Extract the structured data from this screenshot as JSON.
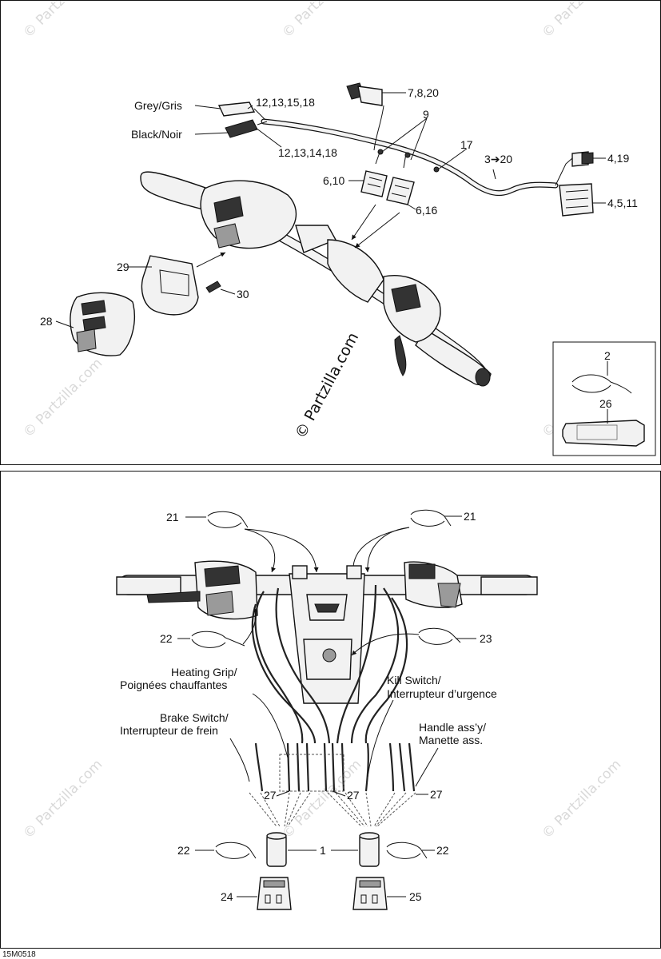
{
  "top_panel": {
    "labels": {
      "grey": "Grey/Gris",
      "grey_refs": "12,13,15,18",
      "black": "Black/Noir",
      "black_refs": "12,13,14,18",
      "c7820": "7,8,20",
      "c9": "9",
      "c17": "17",
      "c3to20": "3➔20",
      "c419": "4,19",
      "c4511": "4,5,11",
      "c610": "6,10",
      "c616": "6,16",
      "c29": "29",
      "c30": "30",
      "c28": "28"
    },
    "copyright": "© Partzilla.com",
    "inset": {
      "c2": "2",
      "c26": "26"
    }
  },
  "bottom_panel": {
    "labels": {
      "c21_left": "21",
      "c21_right": "21",
      "c22_top": "22",
      "c23": "23",
      "heating_line1": "Heating Grip/",
      "heating_line2": "Poignées chauffantes",
      "kill_line1": "Kill Switch/",
      "kill_line2": "Interrupteur d’urgence",
      "brake_line1": "Brake Switch/",
      "brake_line2": "Interrupteur de frein",
      "handle_line1": "Handle ass’y/",
      "handle_line2": "Manette ass.",
      "c27_a": "27",
      "c27_b": "27",
      "c27_c": "27",
      "c22_left": "22",
      "c1": "1",
      "c22_right": "22",
      "c24": "24",
      "c25": "25"
    }
  },
  "watermark": "© Partzilla.com",
  "footer_code": "15M0518"
}
